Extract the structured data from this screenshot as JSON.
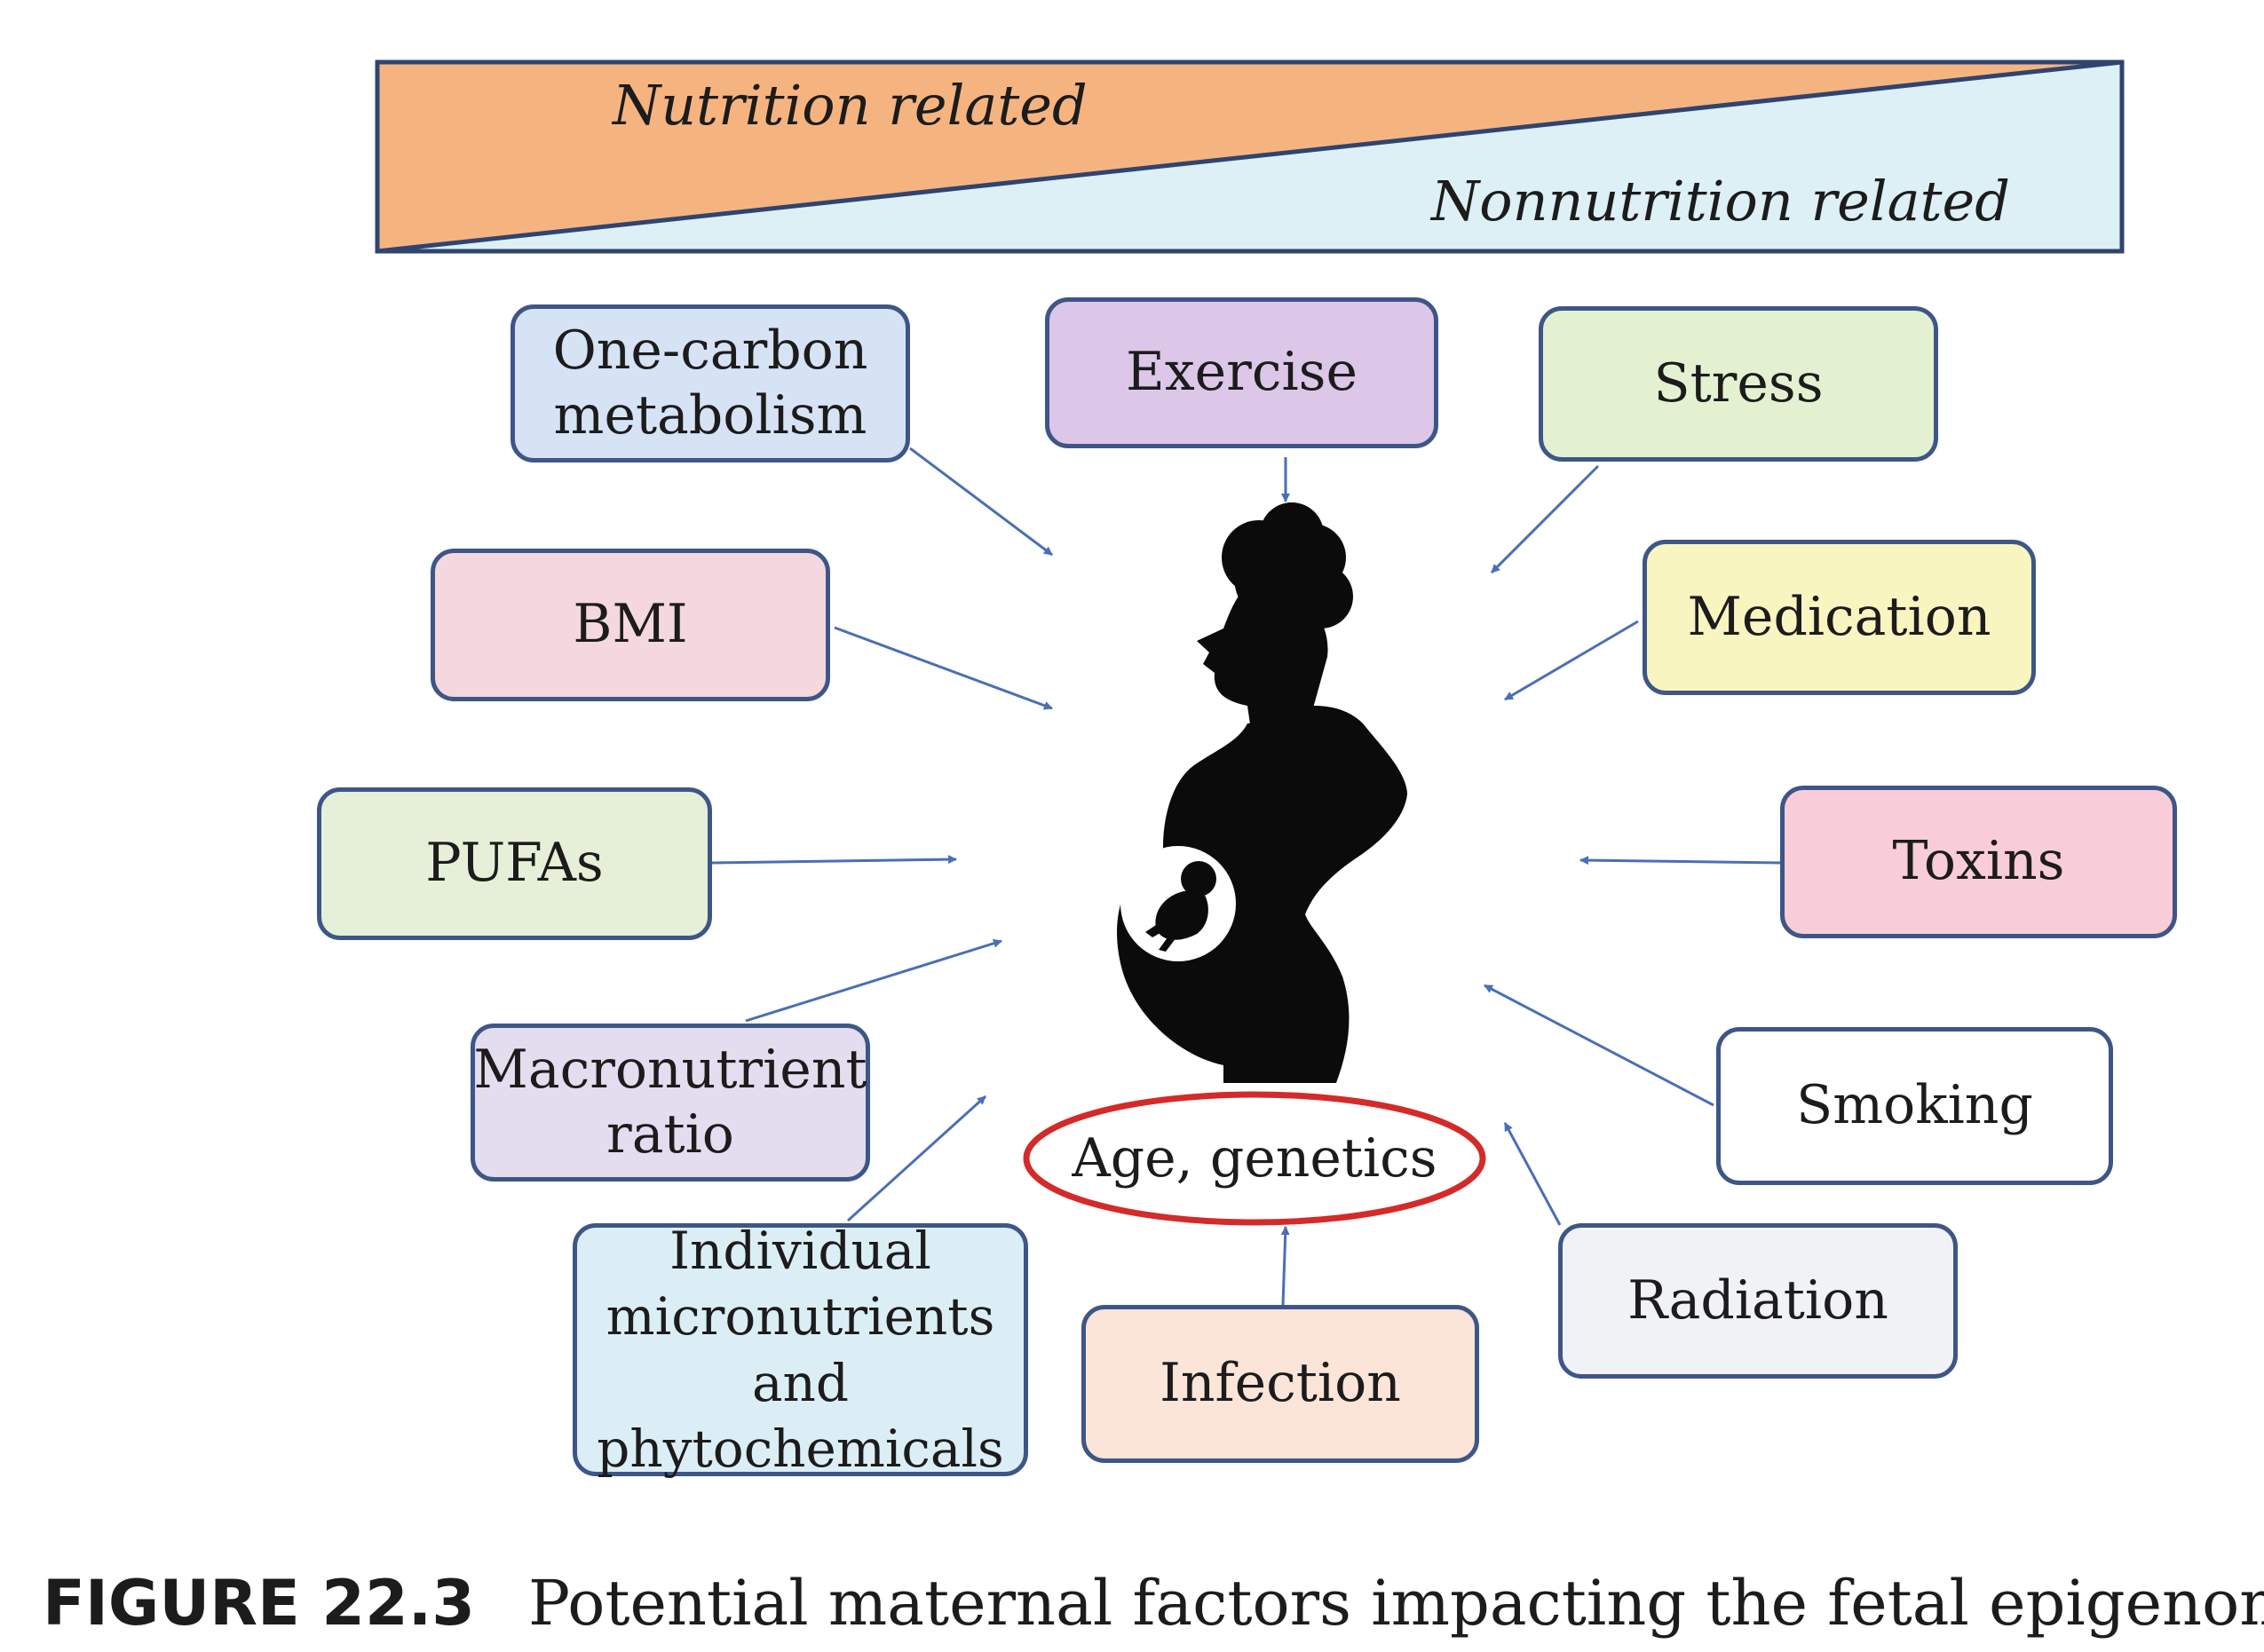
{
  "banner": {
    "nutrition_label": "Nutrition related",
    "nonnutrition_label": "Nonnutrition related",
    "nutrition_color": "#f5b47f",
    "nonnutrition_color": "#dcf0f5",
    "border_color": "#2f4470"
  },
  "factors": {
    "one_carbon": {
      "line1": "One-carbon",
      "line2": "metabolism",
      "color": "#d6e3f5"
    },
    "exercise": {
      "label": "Exercise",
      "color": "#dcc7e8"
    },
    "stress": {
      "label": "Stress",
      "color": "#e4f1d0"
    },
    "bmi": {
      "label": "BMI",
      "color": "#f4d8dd"
    },
    "medication": {
      "label": "Medication",
      "color": "#f9f5c1"
    },
    "pufas": {
      "label": "PUFAs",
      "color": "#e6f0d8"
    },
    "toxins": {
      "label": "Toxins",
      "color": "#f8cdd7"
    },
    "macronutrient": {
      "line1": "Macronutrient",
      "line2": "ratio",
      "color": "#e4dcef"
    },
    "smoking": {
      "label": "Smoking",
      "color": "#ffffff"
    },
    "age_genetics": {
      "label": "Age, genetics",
      "ring_color": "#d42a2a"
    },
    "micronutrients": {
      "line1": "Individual",
      "line2": "micronutrients and",
      "line3": "phytochemicals",
      "color": "#dceef5"
    },
    "infection": {
      "label": "Infection",
      "color": "#fbe4d8"
    },
    "radiation": {
      "label": "Radiation",
      "color": "#f1f2f5"
    }
  },
  "arrow_color": "#4a6fb5",
  "center_icon": "pregnant-woman-silhouette-icon",
  "caption": {
    "label": "FIGURE 22.3",
    "text": "Potential maternal factors impacting the fetal epigenome."
  }
}
